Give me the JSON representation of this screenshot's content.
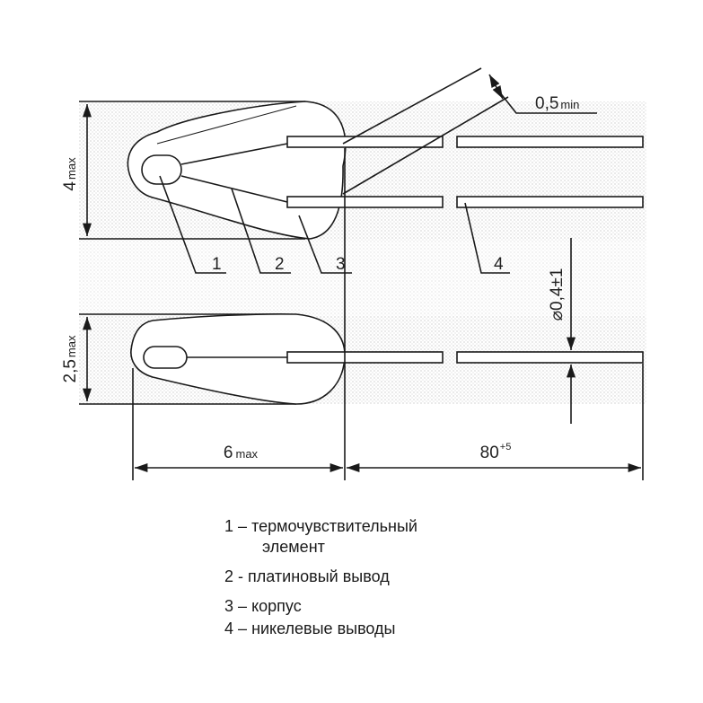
{
  "dimensions": {
    "height_top": {
      "value": "4",
      "suffix": "max"
    },
    "height_bottom": {
      "value": "2,5",
      "suffix": "max"
    },
    "width_body": {
      "value": "6",
      "suffix": "max"
    },
    "length_leads": {
      "value": "80",
      "suffix": "+5"
    },
    "lead_gap": {
      "value": "0,5",
      "suffix": "min"
    },
    "lead_diameter": "⌀0,4±1"
  },
  "callouts": [
    "1",
    "2",
    "3",
    "4"
  ],
  "legend": [
    {
      "num": "1",
      "dash": "–",
      "text": "термочувствительный",
      "cont": "элемент"
    },
    {
      "num": "2",
      "dash": "-",
      "text": "платиновый вывод"
    },
    {
      "num": "3",
      "dash": "–",
      "text": "корпус"
    },
    {
      "num": "4",
      "dash": "–",
      "text": "никелевые выводы"
    }
  ],
  "colors": {
    "line": "#1a1a1a",
    "hatch": "#9a9a9a",
    "band": "#f2f2f2"
  }
}
